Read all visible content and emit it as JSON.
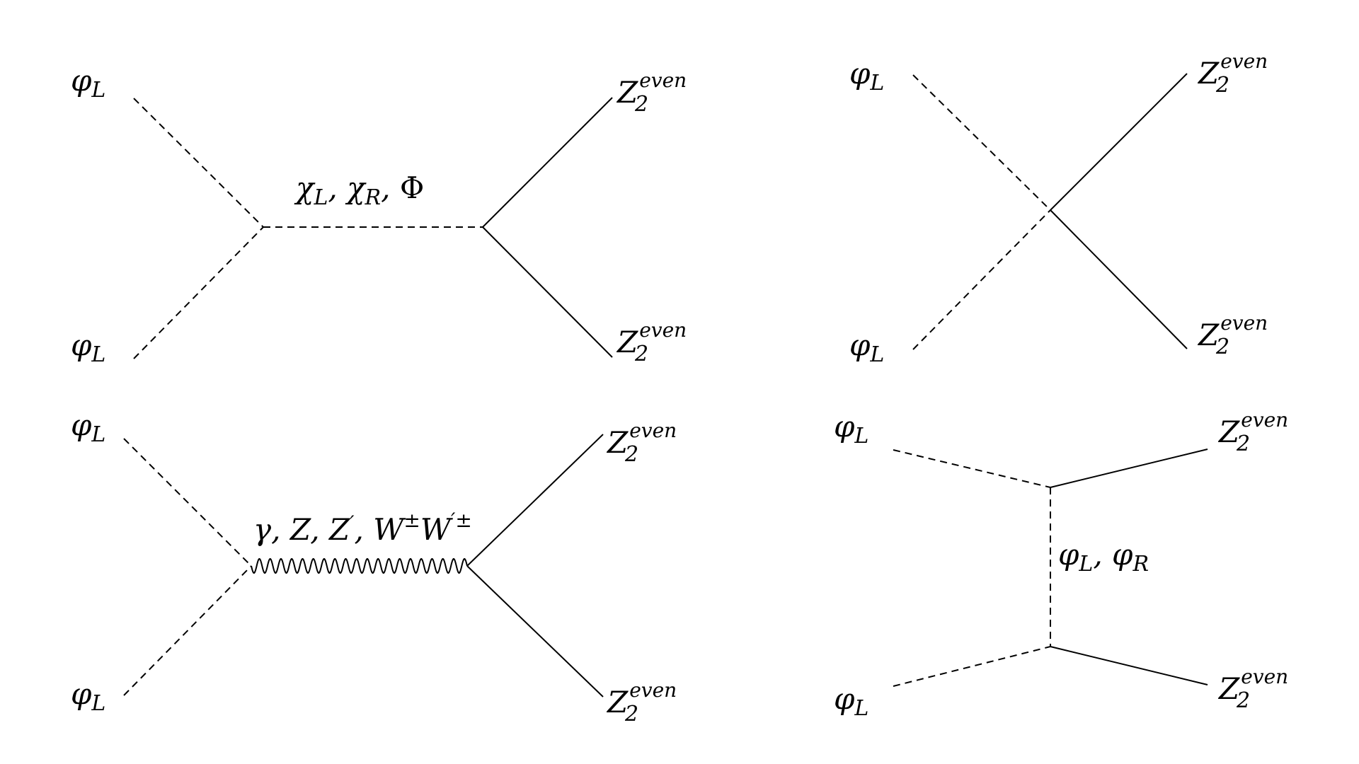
{
  "diagrams": [
    {
      "id": "s-channel-scalar",
      "incoming": [
        {
          "symbol": "φ",
          "subscript": "L"
        },
        {
          "symbol": "φ",
          "subscript": "L"
        }
      ],
      "outgoing": [
        {
          "symbol": "Z",
          "subscript": "2",
          "superscript": "even"
        },
        {
          "symbol": "Z",
          "subscript": "2",
          "superscript": "even"
        }
      ],
      "propagator": {
        "style": "dashed",
        "parts": [
          {
            "symbol": "χ",
            "subscript": "L",
            "sep": ", "
          },
          {
            "symbol": "χ",
            "subscript": "R",
            "sep": ", "
          },
          {
            "symbol": "Φ",
            "upright": true
          }
        ]
      }
    },
    {
      "id": "contact",
      "incoming": [
        {
          "symbol": "φ",
          "subscript": "L"
        },
        {
          "symbol": "φ",
          "subscript": "L"
        }
      ],
      "outgoing": [
        {
          "symbol": "Z",
          "subscript": "2",
          "superscript": "even"
        },
        {
          "symbol": "Z",
          "subscript": "2",
          "superscript": "even"
        }
      ]
    },
    {
      "id": "s-channel-gauge",
      "incoming": [
        {
          "symbol": "φ",
          "subscript": "L"
        },
        {
          "symbol": "φ",
          "subscript": "L"
        }
      ],
      "outgoing": [
        {
          "symbol": "Z",
          "subscript": "2",
          "superscript": "even"
        },
        {
          "symbol": "Z",
          "subscript": "2",
          "superscript": "even"
        }
      ],
      "propagator": {
        "style": "wavy",
        "parts": [
          {
            "symbol": "γ",
            "sep": ", "
          },
          {
            "symbol": "Z",
            "sep": ", "
          },
          {
            "symbol": "Z",
            "superscript": "′",
            "sep": ", "
          },
          {
            "symbol": "W",
            "superscript": "±"
          },
          {
            "symbol": "W",
            "superscript": "′±"
          }
        ]
      }
    },
    {
      "id": "t-channel-scalar",
      "incoming": [
        {
          "symbol": "φ",
          "subscript": "L"
        },
        {
          "symbol": "φ",
          "subscript": "L"
        }
      ],
      "outgoing": [
        {
          "symbol": "Z",
          "subscript": "2",
          "superscript": "even"
        },
        {
          "symbol": "Z",
          "subscript": "2",
          "superscript": "even"
        }
      ],
      "propagator": {
        "style": "dashed",
        "parts": [
          {
            "symbol": "φ",
            "subscript": "L",
            "sep": ", "
          },
          {
            "symbol": "φ",
            "subscript": "R"
          }
        ]
      }
    }
  ]
}
